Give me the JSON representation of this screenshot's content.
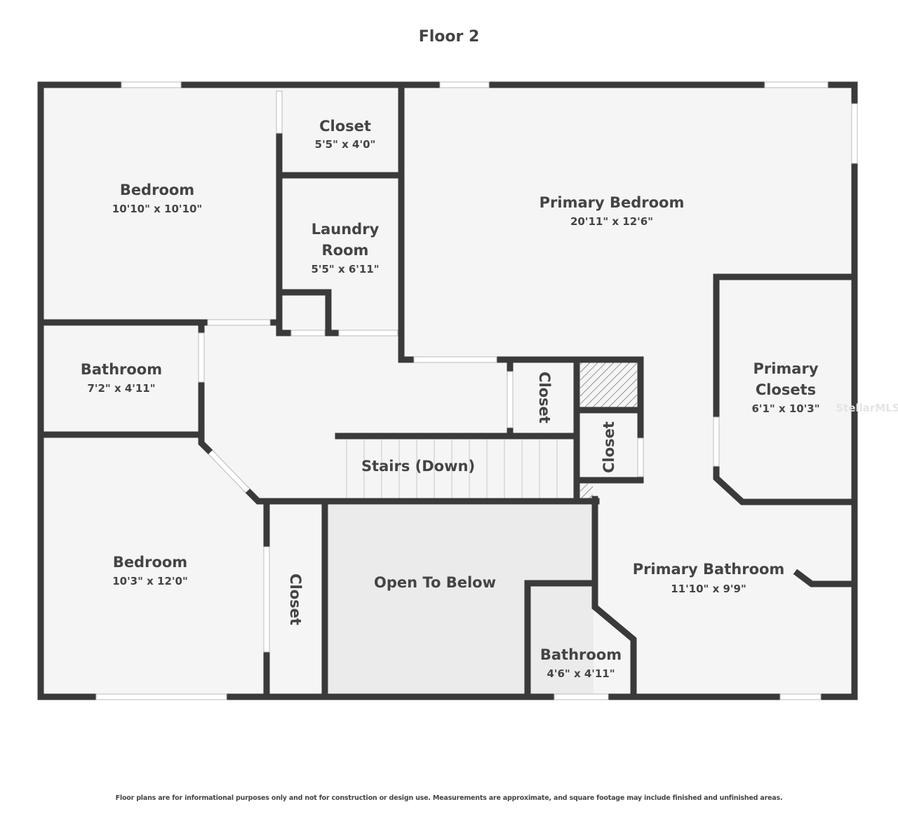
{
  "title": "Floor 2",
  "watermark": "StellarMLS",
  "disclaimer": "Floor plans are for informational purposes only and not for construction or design use. Measurements are approximate, and square footage may include finished and unfinished areas.",
  "colors": {
    "wall": "#3a3a3a",
    "floor": "#f5f5f5",
    "open_to_below": "#ebebeb"
  },
  "rooms": [
    {
      "name": "Bedroom",
      "dims": "10'10\" x 10'10\""
    },
    {
      "name": "Closet",
      "dims": "5'5\" x 4'0\""
    },
    {
      "name": "Laundry",
      "name2": "Room",
      "dims": "5'5\" x 6'11\""
    },
    {
      "name": "Primary Bedroom",
      "dims": "20'11\" x 12'6\""
    },
    {
      "name": "Bathroom",
      "dims": "7'2\" x 4'11\""
    },
    {
      "name": "Closet"
    },
    {
      "name": "Closet"
    },
    {
      "name": "Primary",
      "name2": "Closets",
      "dims": "6'1\" x 10'3\""
    },
    {
      "name": "Stairs (Down)"
    },
    {
      "name": "Bedroom",
      "dims": "10'3\" x 12'0\""
    },
    {
      "name": "Closet"
    },
    {
      "name": "Open To Below"
    },
    {
      "name": "Primary Bathroom",
      "dims": "11'10\" x 9'9\""
    },
    {
      "name": "Bathroom",
      "dims": "4'6\" x 4'11\""
    }
  ]
}
